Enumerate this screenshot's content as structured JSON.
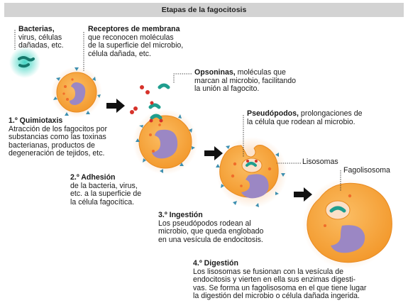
{
  "header": {
    "title": "Etapas de la fagocitosis"
  },
  "labels": {
    "bacterias_title": "Bacterias,",
    "bacterias_lines": [
      "virus, células",
      "dañadas, etc."
    ],
    "receptores_title": "Receptores de membrana",
    "receptores_lines": [
      "que reconocen moléculas",
      "de la superficie del microbio,",
      "célula dañada, etc."
    ],
    "opsoninas_title": "Opsoninas,",
    "opsoninas_first": " moléculas que",
    "opsoninas_lines": [
      "marcan al microbio, facilitando",
      "la unión al fagocito."
    ],
    "pseudopodos_title": "Pseudópodos,",
    "pseudopodos_first": " prolongaciones de",
    "pseudopodos_lines": [
      "la célula que rodean al microbio."
    ],
    "lisosomas": "Lisosomas",
    "fagolisosoma": "Fagolisosoma"
  },
  "steps": [
    {
      "title": "1.º Quimiotaxis",
      "lines": [
        "Atracción de los fagocitos por",
        "substancias como las toxinas",
        "bacterianas, productos de",
        "degeneración de tejidos, etc."
      ]
    },
    {
      "title": "2.º Adhesión",
      "lines": [
        "de la bacteria, virus,",
        "etc. a la superficie de",
        "la célula fagocítica."
      ]
    },
    {
      "title": "3.º Ingestión",
      "lines": [
        "Los pseudópodos rodean al",
        "microbio, que queda englobado",
        "en una vesícula de endocitosis."
      ]
    },
    {
      "title": "4.º Digestión",
      "lines": [
        "Los lisosomas se fusionan con la vesícula de",
        "endocitosis y vierten en ella sus enzimas digesti-",
        "vas. Se forma un fagolisosoma en el que tiene lugar",
        "la digestión del microbio o célula dañada ingerida."
      ]
    }
  ],
  "colors": {
    "cell": "#f7a23a",
    "nucleus": "#9b87c4",
    "receptor": "#3d8fb0",
    "bacteria": "#1f9e8e",
    "opsonin": "#d6322a",
    "arrow": "#111111",
    "halo": "#fbe0c8"
  }
}
